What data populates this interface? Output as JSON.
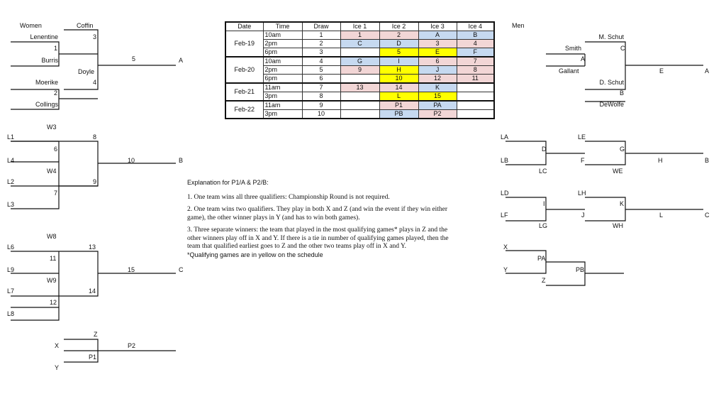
{
  "colors": {
    "pink": "#f2d6d6",
    "blue": "#c6d9f0",
    "yellow": "#ffff00",
    "white": "#ffffff"
  },
  "women": {
    "title": "Women",
    "top": {
      "coffin": "Coffin",
      "lenentine": "Lenentine",
      "g1": "1",
      "burris": "Burris",
      "g3": "3",
      "g5": "5",
      "a": "A",
      "doyle": "Doyle",
      "moerike": "Moerike",
      "g4": "4",
      "g2": "2",
      "collings": "Collings"
    },
    "mid": {
      "w3": "W3",
      "l1": "L1",
      "g8": "8",
      "g6": "6",
      "l4": "L4",
      "g10": "10",
      "b": "B",
      "w4": "W4",
      "l2": "L2",
      "g9": "9",
      "g7": "7",
      "l3": "L3"
    },
    "low": {
      "w8": "W8",
      "l6": "L6",
      "g13": "13",
      "g11": "11",
      "l9": "L9",
      "g15": "15",
      "c": "C",
      "w9": "W9",
      "l7": "L7",
      "g14": "14",
      "g12": "12",
      "l8": "L8"
    },
    "final": {
      "z": "Z",
      "x": "X",
      "p2": "P2",
      "p1": "P1",
      "y": "Y"
    }
  },
  "men": {
    "title": "Men",
    "top": {
      "mschut": "M. Schut",
      "smith": "Smith",
      "gc": "C",
      "ga": "A",
      "gallant": "Gallant",
      "ge": "E",
      "a": "A",
      "dschut": "D. Schut",
      "gb": "B",
      "dewolfe": "DeWolfe"
    },
    "mid": {
      "la": "LA",
      "le": "LE",
      "gd": "D",
      "gg": "G",
      "lb": "LB",
      "gf": "F",
      "gh": "H",
      "b": "B",
      "lc": "LC",
      "we": "WE"
    },
    "low": {
      "ld": "LD",
      "lh": "LH",
      "gk": "K",
      "gi": "I",
      "lf": "LF",
      "gj": "J",
      "gl": "L",
      "c": "C",
      "lg": "LG",
      "wh": "WH"
    },
    "final": {
      "x": "X",
      "pa": "PA",
      "y": "Y",
      "pb": "PB",
      "z": "Z"
    }
  },
  "schedule": {
    "headers": [
      "Date",
      "Time",
      "Draw",
      "Ice 1",
      "Ice 2",
      "Ice 3",
      "Ice 4"
    ],
    "dates": [
      "Feb-19",
      "Feb-20",
      "Feb-21",
      "Feb-22"
    ],
    "rows": [
      {
        "time": "10am",
        "draw": "1",
        "cells": [
          {
            "v": "1",
            "c": "pink"
          },
          {
            "v": "2",
            "c": "pink"
          },
          {
            "v": "A",
            "c": "blue"
          },
          {
            "v": "B",
            "c": "blue"
          }
        ]
      },
      {
        "time": "2pm",
        "draw": "2",
        "cells": [
          {
            "v": "C",
            "c": "blue"
          },
          {
            "v": "D",
            "c": "blue"
          },
          {
            "v": "3",
            "c": "pink"
          },
          {
            "v": "4",
            "c": "pink"
          }
        ]
      },
      {
        "time": "6pm",
        "draw": "3",
        "cells": [
          {
            "v": "",
            "c": "white"
          },
          {
            "v": "5",
            "c": "yellow"
          },
          {
            "v": "E",
            "c": "yellow"
          },
          {
            "v": "F",
            "c": "blue"
          }
        ]
      },
      {
        "time": "10am",
        "draw": "4",
        "cells": [
          {
            "v": "G",
            "c": "blue"
          },
          {
            "v": "I",
            "c": "blue"
          },
          {
            "v": "6",
            "c": "pink"
          },
          {
            "v": "7",
            "c": "pink"
          }
        ]
      },
      {
        "time": "2pm",
        "draw": "5",
        "cells": [
          {
            "v": "9",
            "c": "pink"
          },
          {
            "v": "H",
            "c": "yellow"
          },
          {
            "v": "J",
            "c": "blue"
          },
          {
            "v": "8",
            "c": "pink"
          }
        ]
      },
      {
        "time": "6pm",
        "draw": "6",
        "cells": [
          {
            "v": "",
            "c": "white"
          },
          {
            "v": "10",
            "c": "yellow"
          },
          {
            "v": "12",
            "c": "pink"
          },
          {
            "v": "11",
            "c": "pink"
          }
        ]
      },
      {
        "time": "11am",
        "draw": "7",
        "cells": [
          {
            "v": "13",
            "c": "pink"
          },
          {
            "v": "14",
            "c": "pink"
          },
          {
            "v": "K",
            "c": "blue"
          },
          {
            "v": "",
            "c": "white"
          }
        ]
      },
      {
        "time": "3pm",
        "draw": "8",
        "cells": [
          {
            "v": "",
            "c": "white"
          },
          {
            "v": "L",
            "c": "yellow"
          },
          {
            "v": "15",
            "c": "yellow"
          },
          {
            "v": "",
            "c": "white"
          }
        ]
      },
      {
        "time": "11am",
        "draw": "9",
        "cells": [
          {
            "v": "",
            "c": "white"
          },
          {
            "v": "P1",
            "c": "pink"
          },
          {
            "v": "PA",
            "c": "blue"
          },
          {
            "v": "",
            "c": "white"
          }
        ]
      },
      {
        "time": "3pm",
        "draw": "10",
        "cells": [
          {
            "v": "",
            "c": "white"
          },
          {
            "v": "PB",
            "c": "blue"
          },
          {
            "v": "P2",
            "c": "pink"
          },
          {
            "v": "",
            "c": "white"
          }
        ]
      }
    ]
  },
  "explanation": {
    "heading": "Explanation for P1/A & P2/B:",
    "p1": "1. One team wins all three qualifiers: Championship Round is not required.",
    "p2": "2. One team wins two qualifiers. They play in both X and Z (and win the event if they win either game), the other winner plays in Y (and has to win both games).",
    "p3": "3. Three separate winners: the team that played in the most qualifying games* plays in Z and the other winners play off in X and Y. If there is a tie in number of qualifying games played, then the team that qualified earliest goes to Z and the other two teams play off in X and Y.",
    "note": "*Qualifying games are in yellow on the schedule"
  }
}
